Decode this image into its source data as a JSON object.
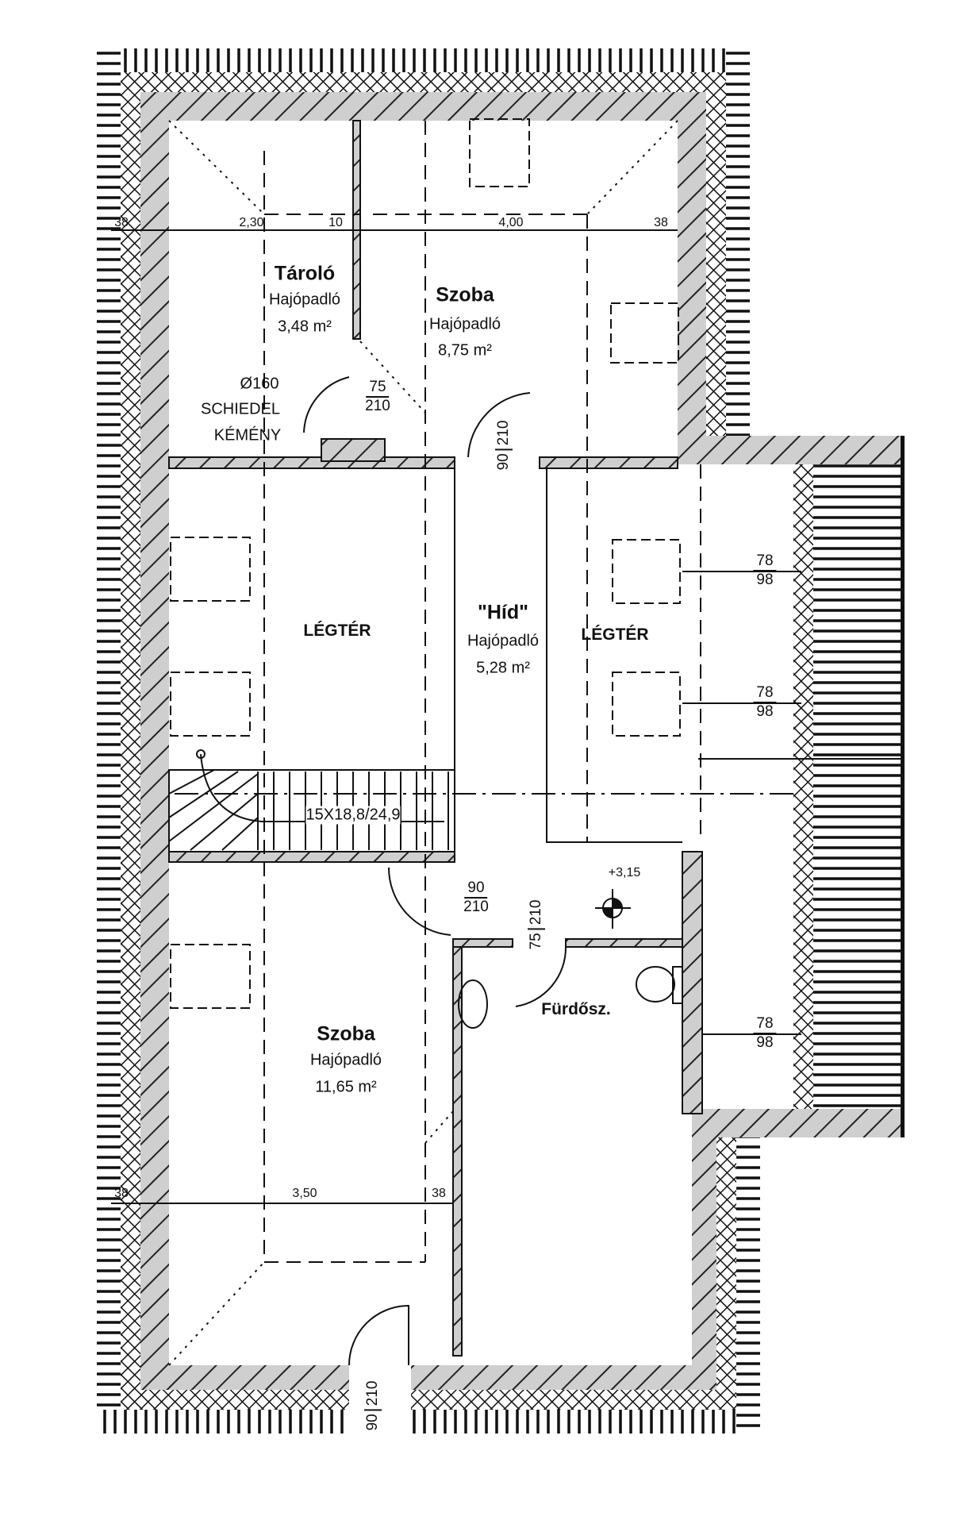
{
  "rooms": {
    "storage": {
      "name": "Tároló",
      "floor": "Hajópadló",
      "area": "3,48 m²"
    },
    "room_top": {
      "name": "Szoba",
      "floor": "Hajópadló",
      "area": "8,75 m²"
    },
    "bridge": {
      "name": "\"Híd\"",
      "floor": "Hajópadló",
      "area": "5,28 m²"
    },
    "void_left": {
      "name": "LÉGTÉR"
    },
    "void_right": {
      "name": "LÉGTÉR"
    },
    "bathroom": {
      "name": "Fürdősz."
    },
    "room_bottom": {
      "name": "Szoba",
      "floor": "Hajópadló",
      "area": "11,65 m²"
    }
  },
  "chimney": {
    "diameter": "Ø160",
    "brand": "SCHIEDEL",
    "label": "KÉMÉNY"
  },
  "stairs": {
    "spec": "15X18,8/24,9"
  },
  "level": {
    "elevation": "+3,15"
  },
  "doors": [
    {
      "w": "75",
      "h": "210"
    },
    {
      "w": "90",
      "h": "210"
    },
    {
      "w": "90",
      "h": "210"
    },
    {
      "w": "75",
      "h": "210"
    },
    {
      "w": "90",
      "h": "210"
    }
  ],
  "windows": [
    {
      "w": "78",
      "h": "98"
    },
    {
      "w": "78",
      "h": "98"
    },
    {
      "w": "78",
      "h": "98"
    }
  ],
  "dimensions": {
    "top": [
      "38",
      "2,30",
      "10",
      "4,00",
      "38"
    ],
    "bottom": [
      "38",
      "3,50",
      "38"
    ]
  }
}
